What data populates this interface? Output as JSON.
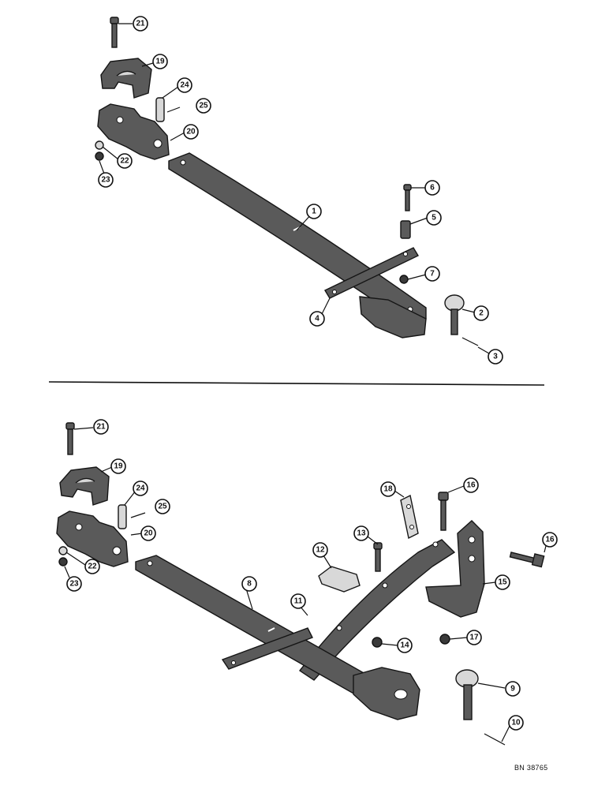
{
  "figure": {
    "reference_code": "BN 38765"
  },
  "top_assembly": {
    "callouts": [
      "21",
      "19",
      "24",
      "25",
      "20",
      "22",
      "23",
      "1",
      "6",
      "5",
      "7",
      "2",
      "4",
      "3"
    ]
  },
  "bottom_assembly": {
    "callouts": [
      "21",
      "19",
      "24",
      "25",
      "20",
      "22",
      "23",
      "18",
      "16",
      "13",
      "16",
      "12",
      "15",
      "8",
      "11",
      "14",
      "17",
      "9",
      "10"
    ]
  }
}
